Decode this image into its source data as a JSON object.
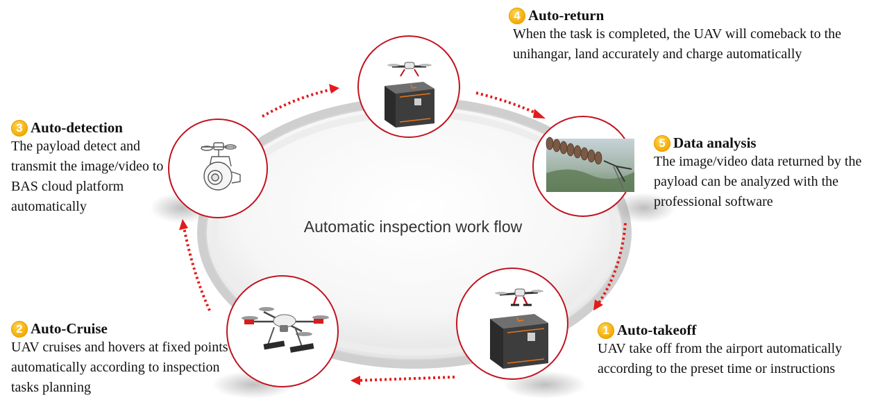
{
  "center_label": "Automatic inspection work flow",
  "colors": {
    "ring": "#c8c8c8",
    "circle_border": "#c1121f",
    "arrow": "#e21b1b",
    "badge": "#f2a900"
  },
  "steps": [
    {
      "number": "1",
      "title": "Auto-takeoff",
      "description": "UAV take off from the airport automatically according to the preset time or instructions",
      "image": "uav-airport-hangar"
    },
    {
      "number": "2",
      "title": "Auto-Cruise",
      "description": "UAV cruises and hovers at fixed points automatically according to inspection tasks planning",
      "image": "quadcopter-drone"
    },
    {
      "number": "3",
      "title": "Auto-detection",
      "description": "The payload detect and transmit the image/video to BAS cloud platform automatically",
      "image": "gimbal-camera-payload"
    },
    {
      "number": "4",
      "title": "Auto-return",
      "description": "When the task is completed, the UAV will comeback to the unihangar, land accurately and charge automatically",
      "image": "uav-landing-on-hangar"
    },
    {
      "number": "5",
      "title": "Data analysis",
      "description": "The image/video data returned by the payload can be analyzed with the professional software",
      "image": "power-line-insulator-photo"
    }
  ]
}
